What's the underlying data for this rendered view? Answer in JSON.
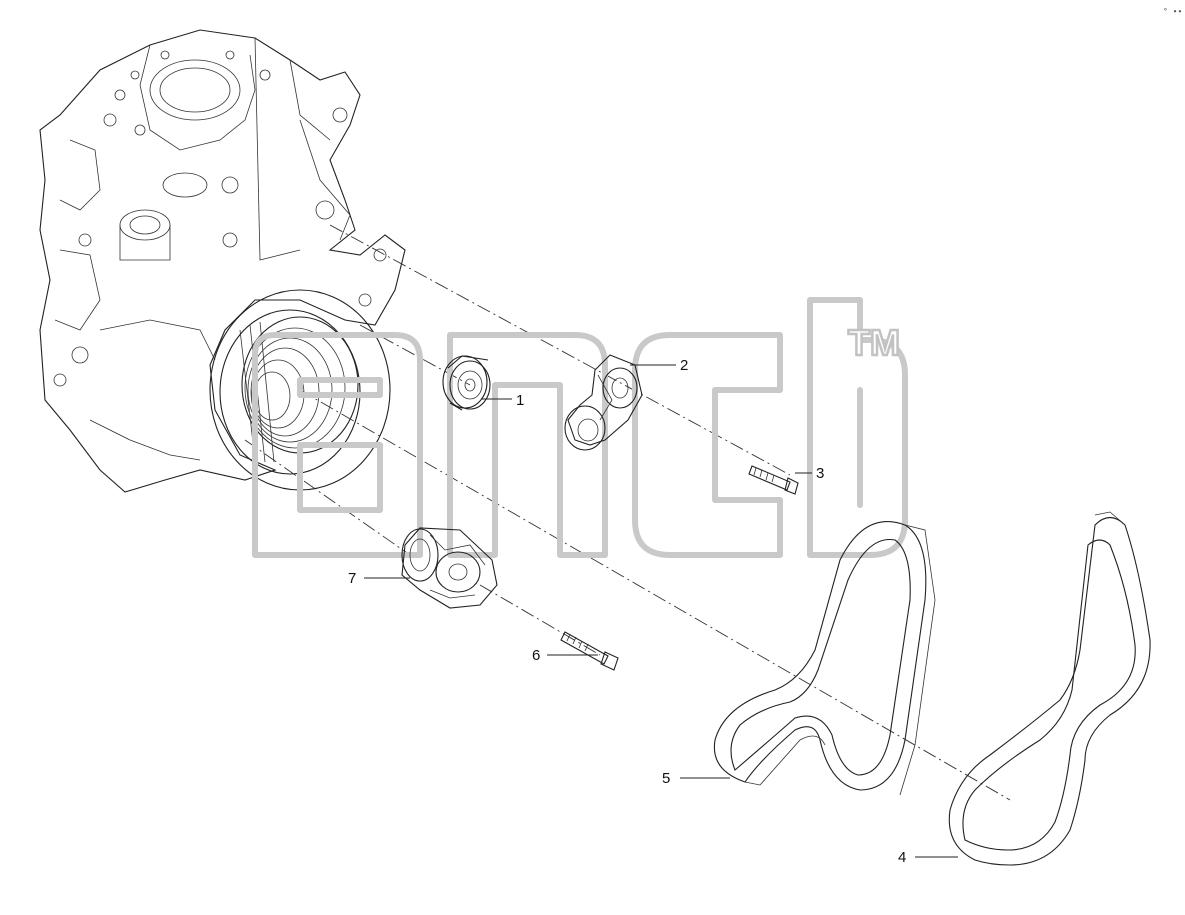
{
  "watermark": {
    "trademark": "TM"
  },
  "callouts": [
    {
      "id": "1",
      "part": "idler-pulley"
    },
    {
      "id": "2",
      "part": "belt-tensioner"
    },
    {
      "id": "3",
      "part": "tensioner-bolt"
    },
    {
      "id": "4",
      "part": "drive-belt-outer"
    },
    {
      "id": "5",
      "part": "drive-belt-inner"
    },
    {
      "id": "6",
      "part": "tensioner-bolt-lower"
    },
    {
      "id": "7",
      "part": "belt-tensioner-lower"
    }
  ],
  "corner_mark": "° ∙∙"
}
